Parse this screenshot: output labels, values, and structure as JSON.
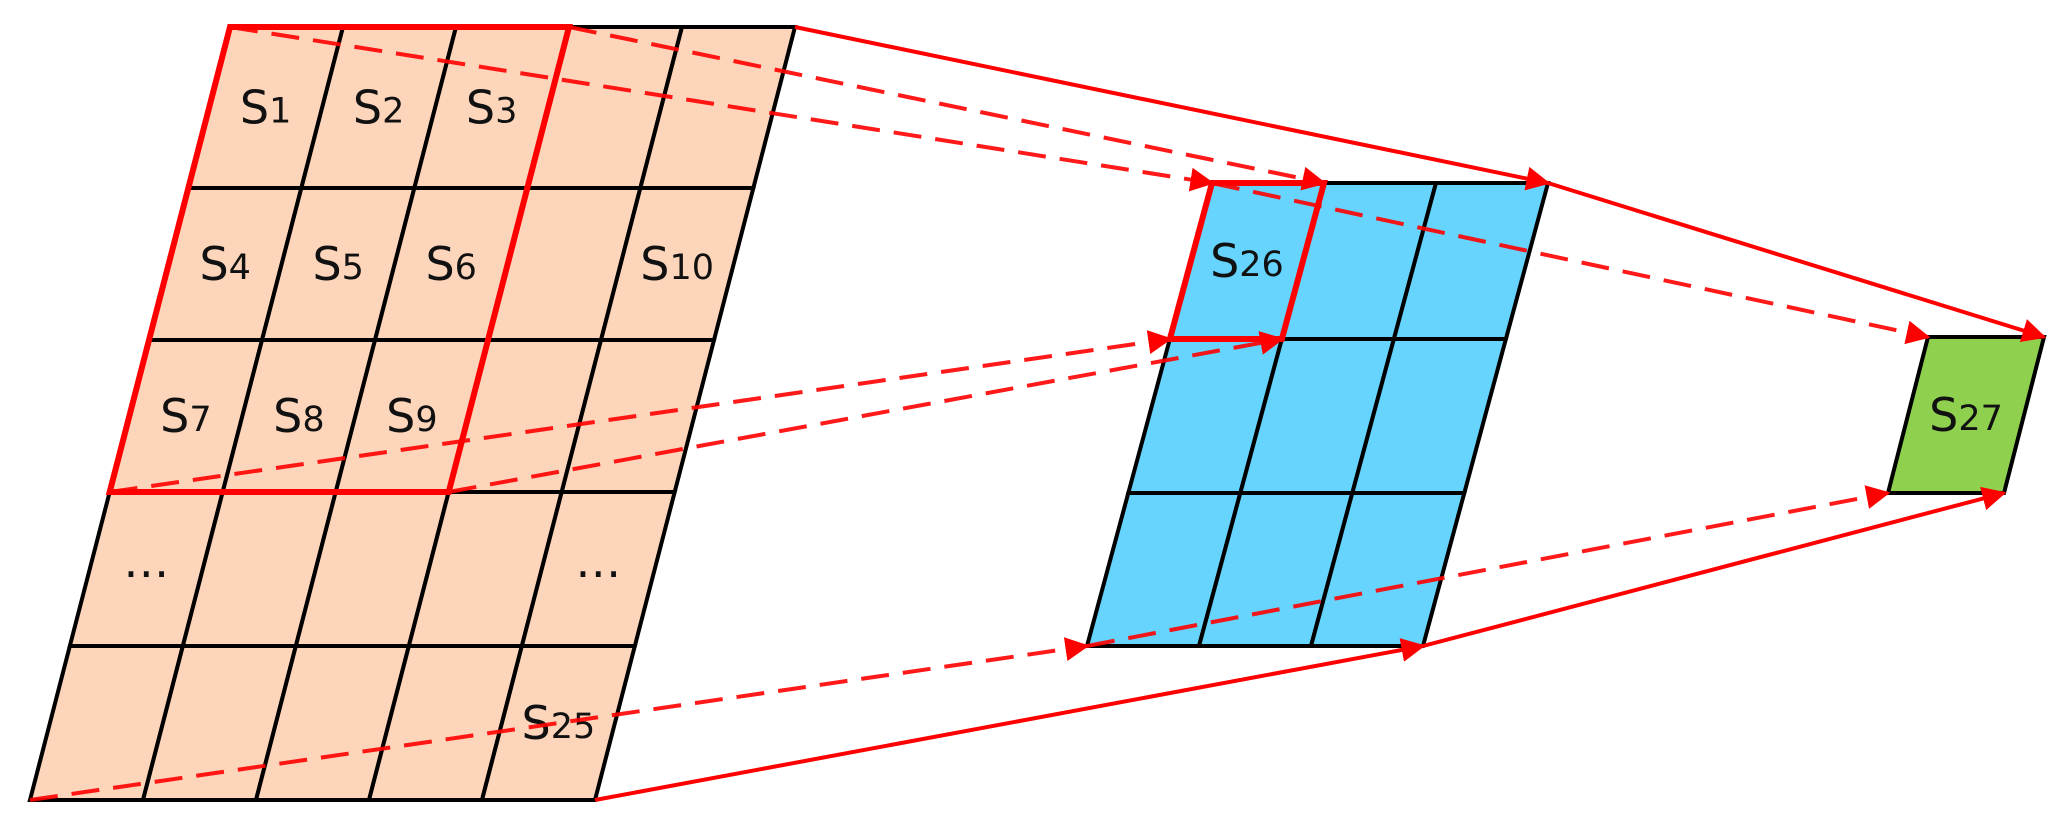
{
  "colors": {
    "input_grid": "#fcd5bb",
    "middle_grid": "#66d4fd",
    "output_cell": "#8fd14f",
    "grid_line": "#000000",
    "arrow": "#ff0000"
  },
  "input_grid": {
    "rows": 5,
    "cols": 5,
    "cells": [
      {
        "row": 0,
        "col": 0,
        "s": "S",
        "n": "1"
      },
      {
        "row": 0,
        "col": 1,
        "s": "S",
        "n": "2"
      },
      {
        "row": 0,
        "col": 2,
        "s": "S",
        "n": "3"
      },
      {
        "row": 1,
        "col": 0,
        "s": "S",
        "n": "4"
      },
      {
        "row": 1,
        "col": 1,
        "s": "S",
        "n": "5"
      },
      {
        "row": 1,
        "col": 2,
        "s": "S",
        "n": "6"
      },
      {
        "row": 1,
        "col": 4,
        "s": "S",
        "n": "10"
      },
      {
        "row": 2,
        "col": 0,
        "s": "S",
        "n": "7"
      },
      {
        "row": 2,
        "col": 1,
        "s": "S",
        "n": "8"
      },
      {
        "row": 2,
        "col": 2,
        "s": "S",
        "n": "9"
      },
      {
        "row": 4,
        "col": 4,
        "s": "S",
        "n": "25"
      }
    ],
    "ellipses": [
      {
        "row": 3,
        "col": 0,
        "text": "…"
      },
      {
        "row": 3,
        "col": 4,
        "text": "…"
      }
    ]
  },
  "middle_grid": {
    "rows": 3,
    "cols": 3,
    "cells": [
      {
        "row": 0,
        "col": 0,
        "s": "S",
        "n": "26"
      }
    ]
  },
  "output_cell": {
    "s": "S",
    "n": "27"
  }
}
